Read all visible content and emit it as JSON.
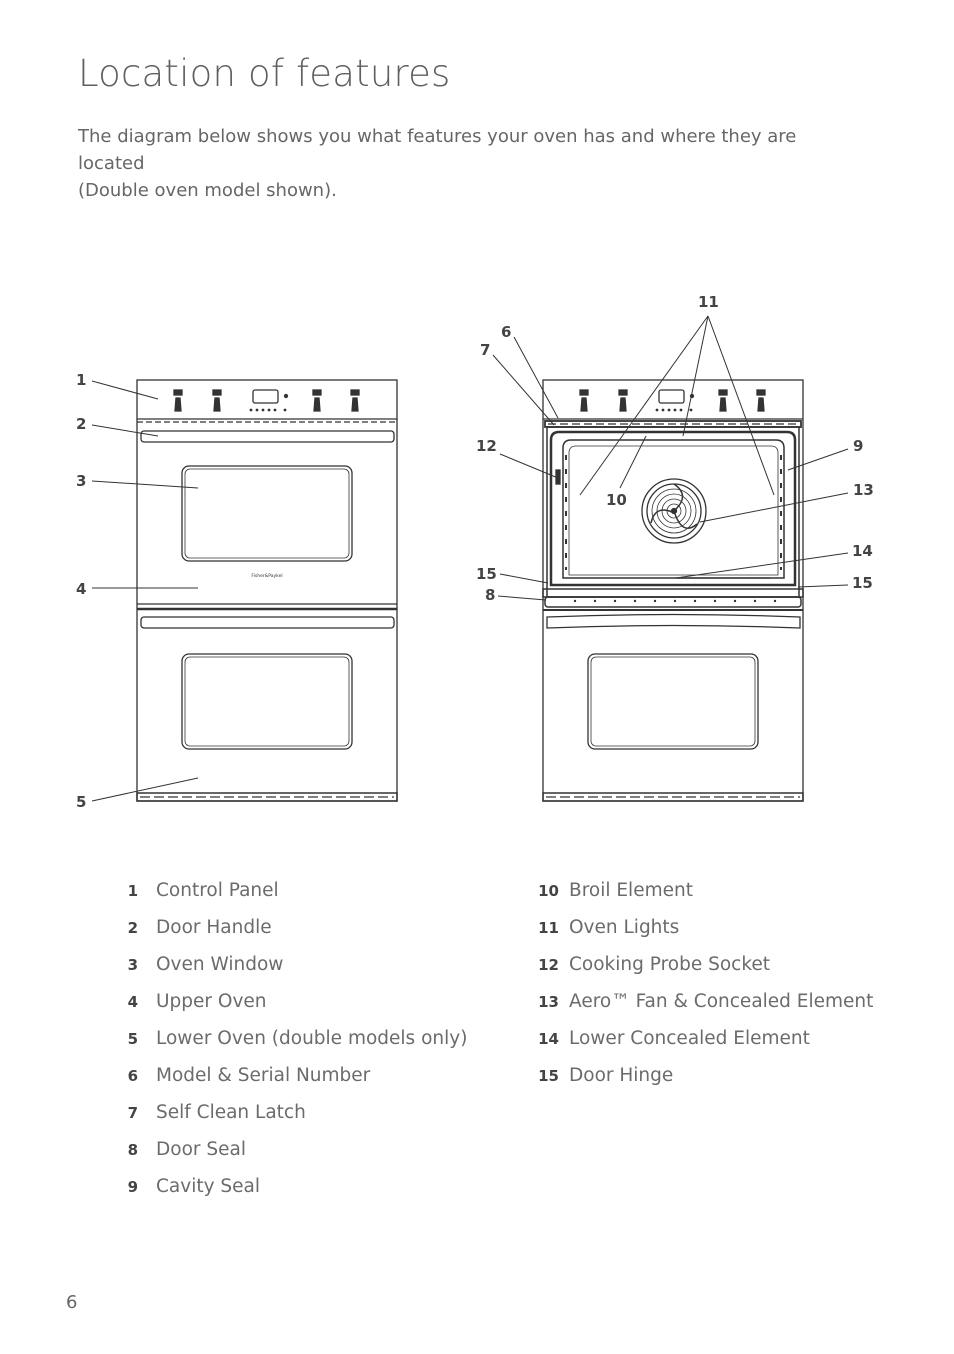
{
  "page": {
    "title": "Location of features",
    "intro_line1": "The diagram below shows you what features your oven has and where they are located",
    "intro_line2": "(Double oven model shown).",
    "brand": "Fisher&Paykel",
    "page_number": "6"
  },
  "callouts": {
    "c1": "1",
    "c2": "2",
    "c3": "3",
    "c4": "4",
    "c5": "5",
    "c6": "6",
    "c7": "7",
    "c8": "8",
    "c9": "9",
    "c10": "10",
    "c11": "11",
    "c12": "12",
    "c13": "13",
    "c14": "14",
    "c15a": "15",
    "c15b": "15"
  },
  "legend_left": [
    {
      "num": "1",
      "label": "Control Panel"
    },
    {
      "num": "2",
      "label": "Door Handle"
    },
    {
      "num": "3",
      "label": "Oven Window"
    },
    {
      "num": "4",
      "label": "Upper Oven"
    },
    {
      "num": "5",
      "label": "Lower Oven (double models only)"
    },
    {
      "num": "6",
      "label": "Model & Serial Number"
    },
    {
      "num": "7",
      "label": "Self Clean Latch"
    },
    {
      "num": "8",
      "label": "Door Seal"
    },
    {
      "num": "9",
      "label": "Cavity Seal"
    }
  ],
  "legend_right": [
    {
      "num": "10",
      "label": "Broil Element"
    },
    {
      "num": "11",
      "label": "Oven Lights"
    },
    {
      "num": "12",
      "label": "Cooking Probe Socket"
    },
    {
      "num": "13",
      "label": "Aero™ Fan & Concealed Element"
    },
    {
      "num": "14",
      "label": "Lower Concealed Element"
    },
    {
      "num": "15",
      "label": "Door Hinge"
    }
  ]
}
